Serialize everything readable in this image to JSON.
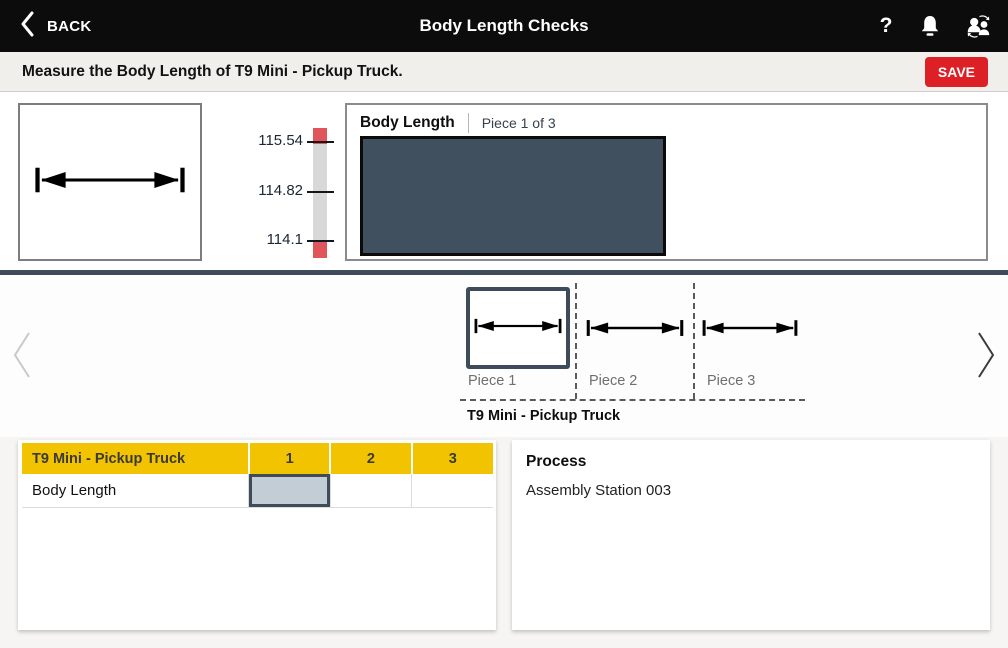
{
  "top_bar": {
    "back_label": "BACK",
    "title": "Body Length Checks",
    "help_glyph": "?"
  },
  "subheader": {
    "instruction": "Measure the Body Length of T9 Mini - Pickup Truck.",
    "save_label": "SAVE"
  },
  "gauge": {
    "ticks": [
      "115.54",
      "114.82",
      "114.1"
    ],
    "bar_color": "#D8D8D8",
    "limit_color": "#E0545C"
  },
  "measurement_panel": {
    "title": "Body Length",
    "piece_indicator": "Piece 1 of 3",
    "drawing_color": "#41505E"
  },
  "carousel": {
    "product_label": "T9 Mini - Pickup Truck",
    "pieces": [
      {
        "label": "Piece 1",
        "selected": true
      },
      {
        "label": "Piece 2",
        "selected": false
      },
      {
        "label": "Piece 3",
        "selected": false
      }
    ]
  },
  "results_table": {
    "product_header": "T9 Mini - Pickup Truck",
    "columns": [
      "1",
      "2",
      "3"
    ],
    "rows": [
      {
        "label": "Body Length",
        "values": [
          "",
          "",
          ""
        ],
        "selected_column": 1
      }
    ],
    "header_color": "#F2C300",
    "selected_cell_color": "#C2CDD5"
  },
  "process_panel": {
    "title": "Process",
    "value": "Assembly Station 003"
  },
  "colors": {
    "accent_red": "#DC2026",
    "slate": "#3E4B59",
    "topbar_black": "#0C0C0C",
    "table_yellow": "#F2C300"
  }
}
